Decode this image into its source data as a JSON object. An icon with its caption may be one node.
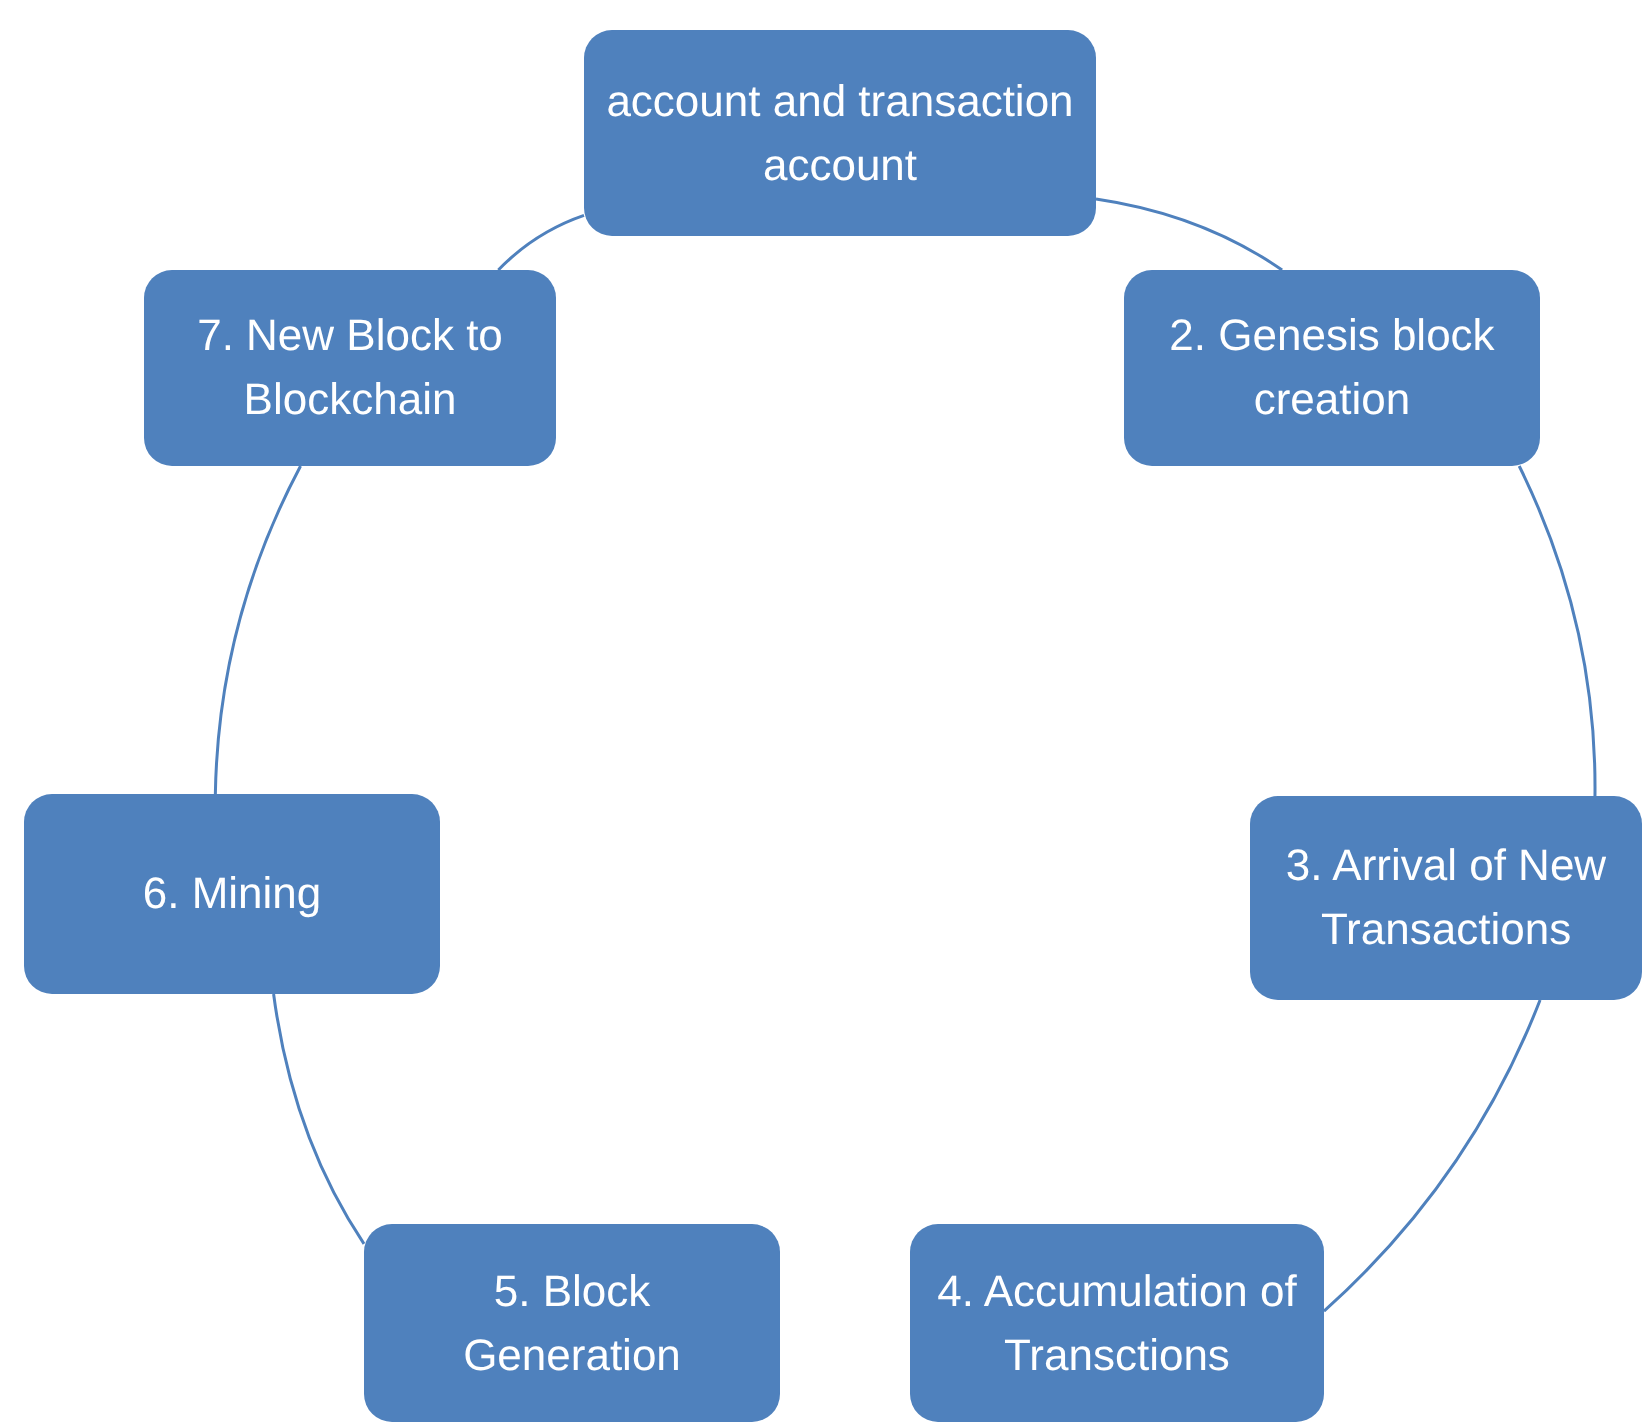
{
  "diagram": {
    "nodes": [
      {
        "text": [
          "account and transaction account"
        ]
      },
      {
        "text": [
          "2. Genesis block creation"
        ]
      },
      {
        "text": [
          "3. Arrival of New Transactions"
        ]
      },
      {
        "text": [
          "4. Accumulation of Transctions"
        ]
      },
      {
        "text": [
          "5. Block Generation"
        ]
      },
      {
        "text": [
          "6. Mining"
        ]
      },
      {
        "text": [
          "7.  New Block to Blockchain"
        ]
      }
    ],
    "edges": [
      {
        "from": 0,
        "to": 1,
        "arrow": "none"
      },
      {
        "from": 1,
        "to": 2,
        "arrow": "none"
      },
      {
        "from": 2,
        "to": 3,
        "arrow": "none"
      },
      {
        "from": 4,
        "to": 5,
        "arrow": "none"
      },
      {
        "from": 5,
        "to": 6,
        "arrow": "none"
      },
      {
        "from": 6,
        "to": 0,
        "arrow": "none"
      }
    ]
  }
}
